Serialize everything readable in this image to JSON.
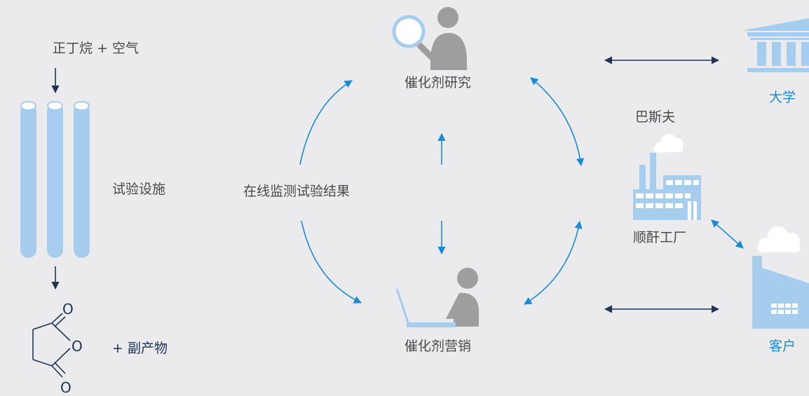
{
  "inputs": {
    "feed_label": "正丁烷 + 空气"
  },
  "test_facility": {
    "label": "试验设施"
  },
  "product": {
    "byproduct_label": "+ 副产物",
    "atom_o_top": "O",
    "atom_o_ring": "O",
    "atom_o_bottom": "O"
  },
  "center": {
    "label": "在线监测试验结果"
  },
  "research": {
    "label": "催化剂研究"
  },
  "marketing": {
    "label": "催化剂营销"
  },
  "basf": {
    "label": "巴斯夫"
  },
  "plant": {
    "label": "顺酐工厂"
  },
  "university": {
    "label": "大学"
  },
  "customer": {
    "label": "客户"
  },
  "colors": {
    "light_blue": "#a6cdee",
    "accent_blue": "#1a8ad4",
    "gray": "#9e9e9e",
    "navy": "#1f3554",
    "background": "#ebebee"
  }
}
